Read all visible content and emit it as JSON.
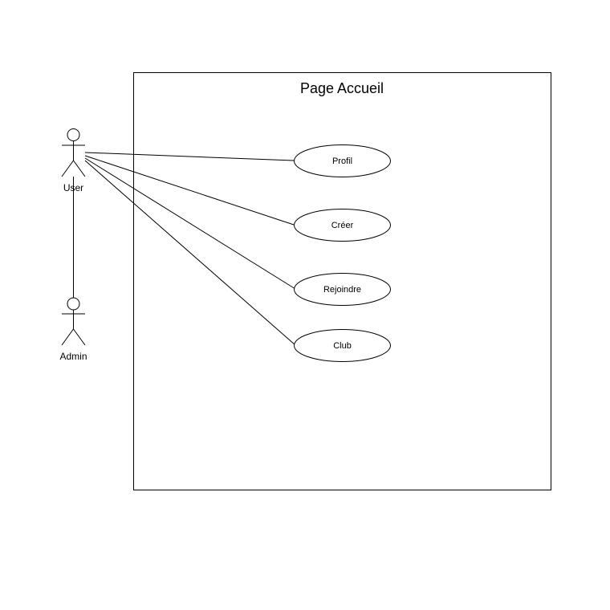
{
  "system": {
    "title": "Page Accueil"
  },
  "actors": {
    "user": {
      "label": "User"
    },
    "admin": {
      "label": "Admin"
    }
  },
  "use_cases": {
    "profil": {
      "label": "Profil"
    },
    "creer": {
      "label": "Créer"
    },
    "rejoindre": {
      "label": "Rejoindre"
    },
    "club": {
      "label": "Club"
    }
  }
}
